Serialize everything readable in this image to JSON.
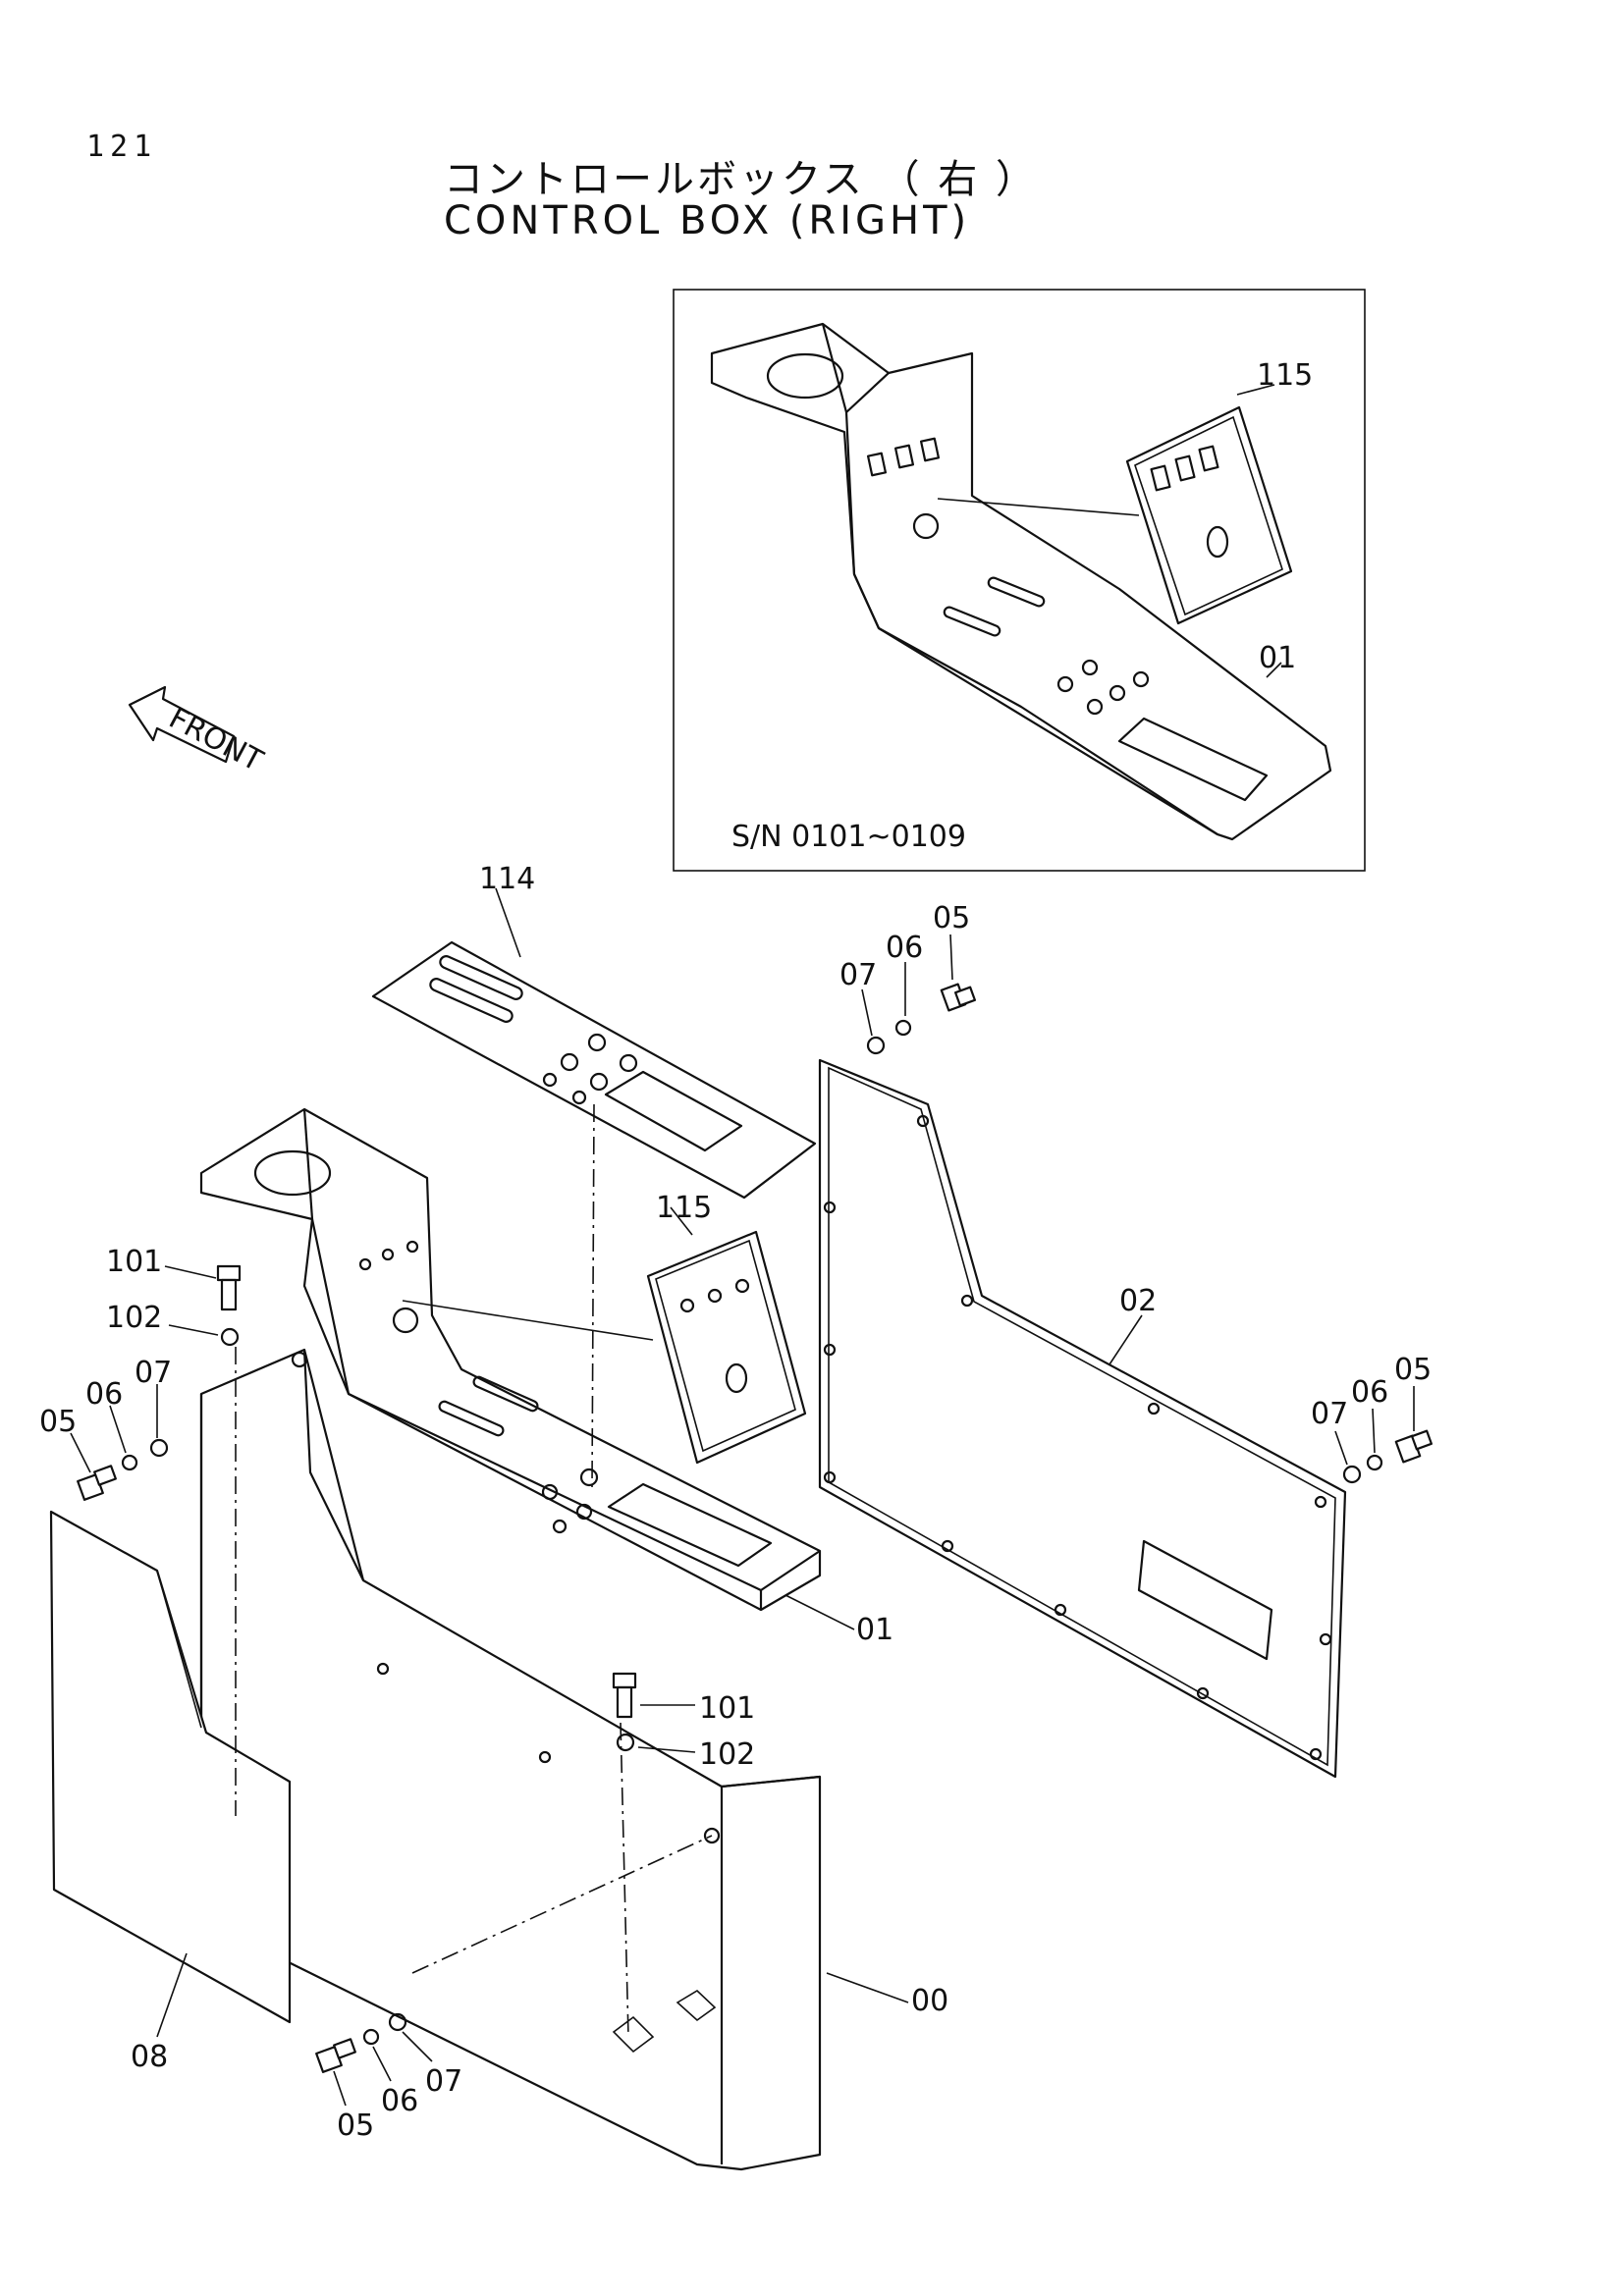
{
  "page_number": "121",
  "title_jp": "コントロールボックス （ 右 ）",
  "title_en": "CONTROL BOX (RIGHT)",
  "front_arrow": "FRONT",
  "inset": {
    "serial_note": "S/N 0101~0109",
    "labels": {
      "panel": "115",
      "box": "01"
    }
  },
  "labels": {
    "cover_114": "114",
    "panel_115": "115",
    "box_01": "01",
    "side_02": "02",
    "main_00": "00",
    "plate_08": "08",
    "bolt_101_left": "101",
    "washer_102_left": "102",
    "bolt_101_right": "101",
    "washer_102_right": "102",
    "top_05": "05",
    "top_06": "06",
    "top_07": "07",
    "right_05": "05",
    "right_06": "06",
    "right_07": "07",
    "left_05": "05",
    "left_06": "06",
    "left_07": "07",
    "bottom_05": "05",
    "bottom_06": "06",
    "bottom_07": "07"
  }
}
